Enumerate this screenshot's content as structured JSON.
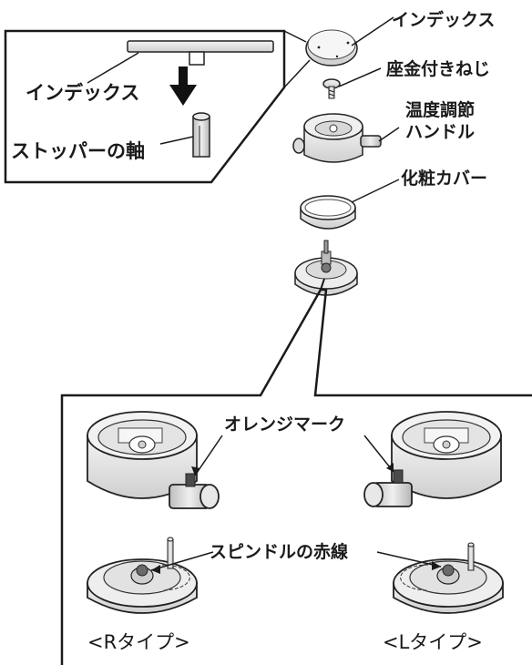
{
  "labels": {
    "index_top": "インデックス",
    "washer_screw": "座金付きねじ",
    "handle_line1": "温度調節",
    "handle_line2": "ハンドル",
    "cover": "化粧カバー",
    "index_inset": "インデックス",
    "stopper_shaft": "ストッパーの軸",
    "orange_mark": "オレンジマーク",
    "spindle_red_line": "スピンドルの赤線",
    "r_type": "<Rタイプ>",
    "l_type": "<Lタイプ>"
  }
}
